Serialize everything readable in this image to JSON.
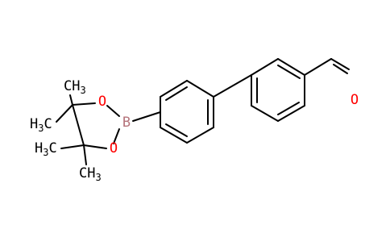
{
  "molecule": {
    "atoms": {
      "boron": "B",
      "oxygen_top": "O",
      "oxygen_bottom": "O",
      "oxygen_aldehyde": "O",
      "methyl_top": "CH",
      "methyl_top_sub": "3",
      "methyl_left_upper": "H",
      "methyl_left_upper_sub": "3",
      "methyl_left_upper_c": "C",
      "methyl_left_lower": "H",
      "methyl_left_lower_sub": "3",
      "methyl_left_lower_c": "C",
      "methyl_bottom": "CH",
      "methyl_bottom_sub": "3"
    },
    "colors": {
      "bond": "#000000",
      "oxygen": "#ff0000",
      "boron": "#b5737a",
      "carbon_label": "#000000"
    }
  }
}
